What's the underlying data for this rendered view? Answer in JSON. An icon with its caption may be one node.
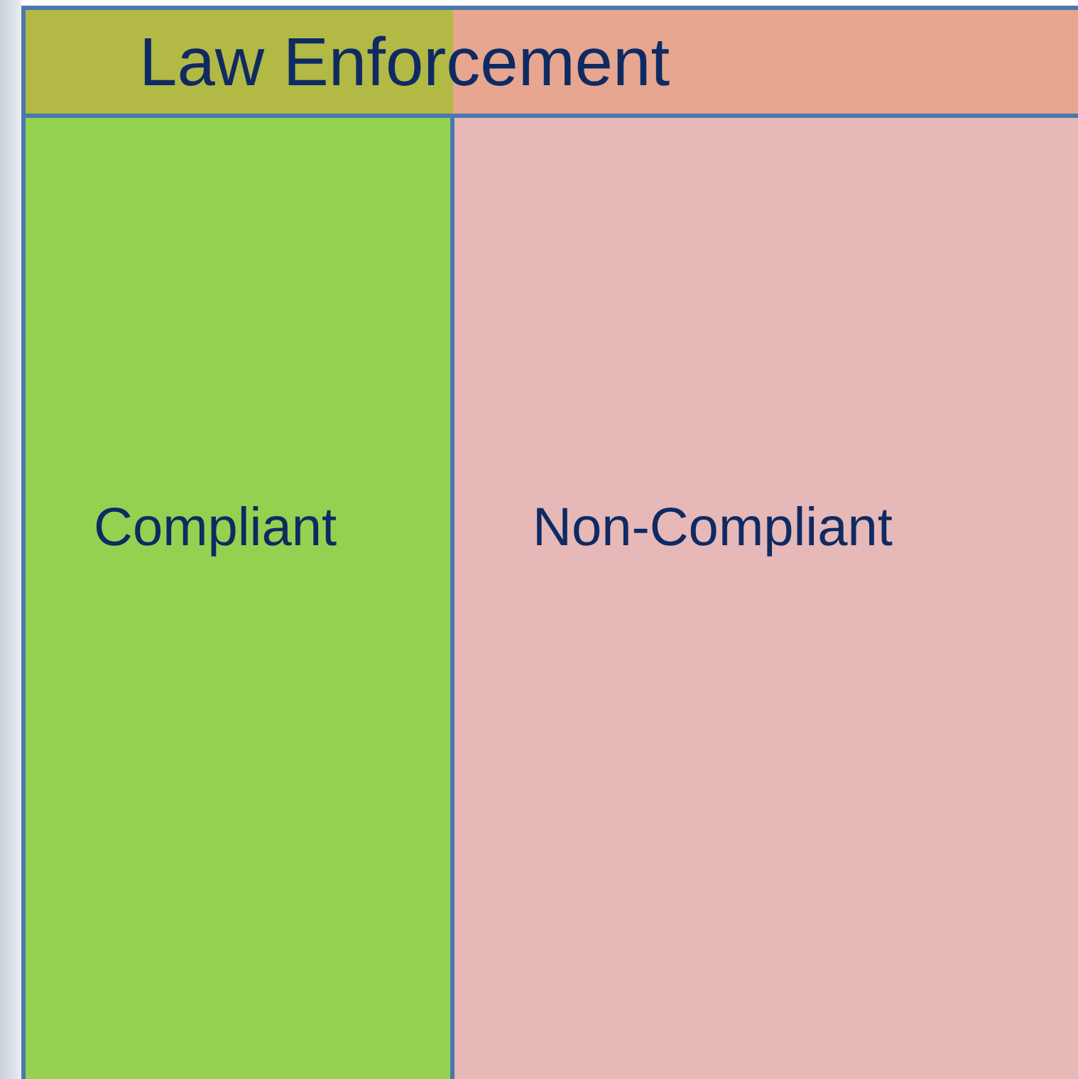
{
  "diagram": {
    "nodes": [
      {
        "text": [
          "Law Enforcement"
        ]
      },
      {
        "text": [
          "Compliant"
        ]
      },
      {
        "text": [
          "Non-Compliant"
        ]
      }
    ]
  }
}
